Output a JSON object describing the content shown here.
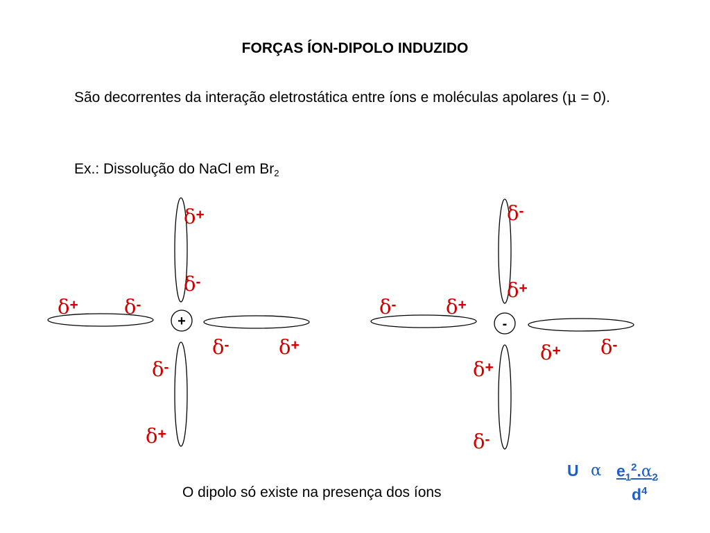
{
  "title": "FORÇAS ÍON-DIPOLO INDUZIDO",
  "paragraph": {
    "before_mu": "São decorrentes da interação eletrostática entre íons e moléculas apolares (",
    "mu": "μ",
    "after_mu": " = 0)."
  },
  "example": {
    "text": "Ex.: Dissolução do NaCl em Br",
    "subscript": "2"
  },
  "diagrams": {
    "left": {
      "ion_sign": "+",
      "charges": {
        "top_upper": "+",
        "top_lower": "-",
        "left_outer": "+",
        "left_inner": "-",
        "right_inner": "-",
        "right_outer": "+",
        "bottom_upper": "-",
        "bottom_lower": "+"
      }
    },
    "right": {
      "ion_sign": "-",
      "charges": {
        "top_upper": "-",
        "top_lower": "+",
        "left_outer": "-",
        "left_inner": "+",
        "right_inner": "+",
        "right_outer": "-",
        "bottom_upper": "+",
        "bottom_lower": "-"
      }
    },
    "delta_symbol": "δ",
    "colors": {
      "charge": "#d00000",
      "formula": "#1f5fc4"
    }
  },
  "caption": "O dipolo só existe na presença dos íons",
  "formula": {
    "lhs": "U",
    "relation": "α",
    "numerator": {
      "e": "e",
      "e_sub": "1",
      "e_sup": "2",
      "dot": ".",
      "alpha": "α",
      "alpha_sub": "2"
    },
    "denominator": {
      "d": "d",
      "d_sup": "4"
    }
  }
}
